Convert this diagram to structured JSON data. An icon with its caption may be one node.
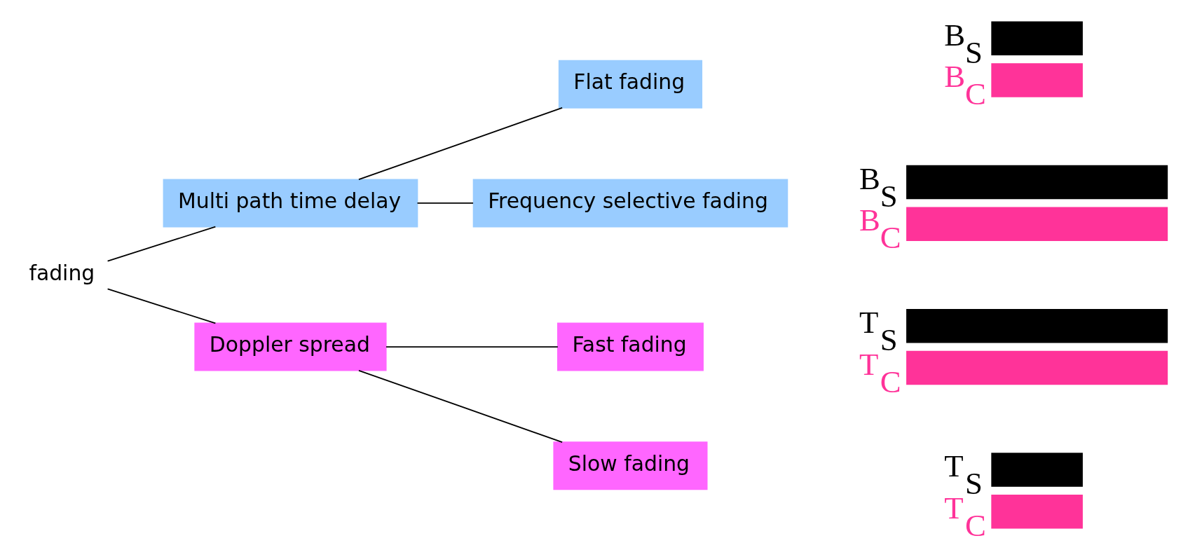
{
  "diagram": {
    "nodes": [
      {
        "text": [
          "fading"
        ]
      },
      {
        "text": [
          "Multi path time delay"
        ]
      },
      {
        "text": [
          "Flat fading"
        ]
      },
      {
        "text": [
          "Frequency selective fading"
        ]
      },
      {
        "text": [
          "Doppler spread"
        ]
      },
      {
        "text": [
          "Fast fading"
        ]
      },
      {
        "text": [
          "Slow fading"
        ]
      }
    ],
    "edges": [
      {
        "from": 0,
        "to": 1,
        "arrow": "none"
      },
      {
        "from": 0,
        "to": 4,
        "arrow": "none"
      },
      {
        "from": 1,
        "to": 2,
        "arrow": "none"
      },
      {
        "from": 1,
        "to": 3,
        "arrow": "none"
      },
      {
        "from": 4,
        "to": 5,
        "arrow": "none"
      },
      {
        "from": 4,
        "to": 6,
        "arrow": "none"
      }
    ],
    "labels": [
      "B$_{S}$",
      "B$_{C}$",
      "B$_{S}$",
      "B$_{C}$",
      "T$_{S}$",
      "T$_{C}$",
      "T$_{S}$",
      "T$_{C}$"
    ]
  }
}
